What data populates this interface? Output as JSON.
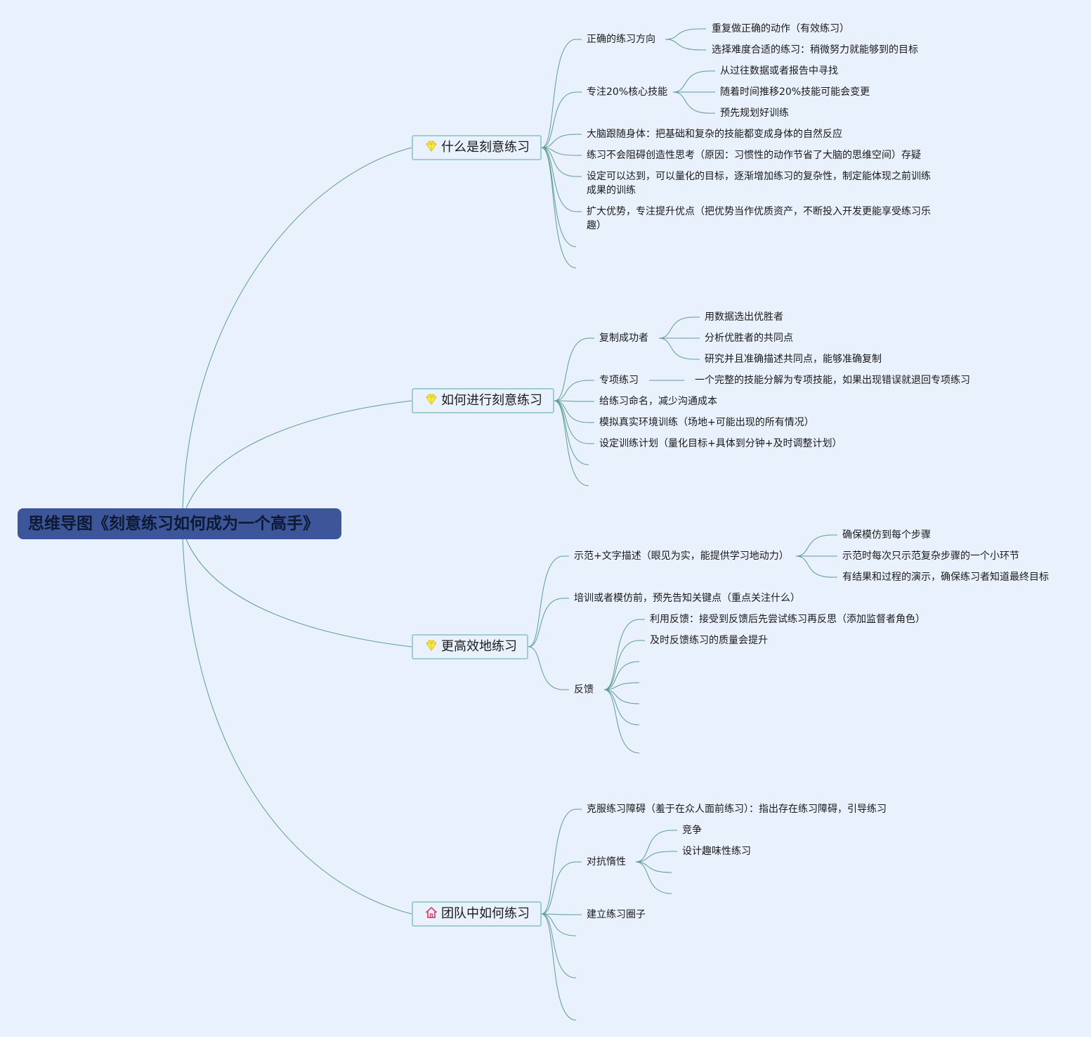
{
  "root": {
    "title": "思维导图《刻意练习如何成为一个高手》"
  },
  "branches": [
    {
      "label": "什么是刻意练习",
      "icon": "diamond-icon",
      "items": [
        {
          "label": "正确的练习方向",
          "children": [
            "重复做正确的动作（有效练习）",
            "选择难度合适的练习：稍微努力就能够到的目标"
          ]
        },
        {
          "label": "专注20%核心技能",
          "children": [
            "从过往数据或者报告中寻找",
            "随着时间推移20%技能可能会变更",
            "预先规划好训练"
          ]
        },
        {
          "label": "大脑跟随身体：把基础和复杂的技能都变成身体的自然反应"
        },
        {
          "label": "练习不会阻碍创造性思考（原因：习惯性的动作节省了大脑的思维空间）存疑"
        },
        {
          "label": "设定可以达到，可以量化的目标，逐渐增加练习的复杂性，制定能体现之前训练成果的训练"
        },
        {
          "label": "扩大优势，专注提升优点（把优势当作优质资产，不断投入开发更能享受练习乐趣）"
        }
      ]
    },
    {
      "label": "如何进行刻意练习",
      "icon": "diamond-icon",
      "items": [
        {
          "label": "复制成功者",
          "children": [
            "用数据选出优胜者",
            "分析优胜者的共同点",
            "研究并且准确描述共同点，能够准确复制"
          ]
        },
        {
          "label": "专项练习",
          "children": [
            "一个完整的技能分解为专项技能，如果出现错误就退回专项练习"
          ]
        },
        {
          "label": "给练习命名，减少沟通成本"
        },
        {
          "label": "模拟真实环境训练（场地+可能出现的所有情况）"
        },
        {
          "label": "设定训练计划（量化目标+具体到分钟+及时调整计划）"
        }
      ]
    },
    {
      "label": "更高效地练习",
      "icon": "diamond-icon",
      "items": [
        {
          "label": "示范+文字描述（眼见为实，能提供学习地动力）",
          "children": [
            "确保模仿到每个步骤",
            "示范时每次只示范复杂步骤的一个小环节",
            "有结果和过程的演示，确保练习者知道最终目标"
          ]
        },
        {
          "label": "培训或者模仿前，预先告知关键点（重点关注什么）"
        },
        {
          "label": "反馈",
          "children": [
            "利用反馈：接受到反馈后先尝试练习再反思（添加监督者角色）",
            "及时反馈练习的质量会提升"
          ]
        }
      ]
    },
    {
      "label": "团队中如何练习",
      "icon": "house-icon",
      "items": [
        {
          "label": "克服练习障碍（羞于在众人面前练习）：指出存在练习障碍，引导练习"
        },
        {
          "label": "对抗惰性",
          "children": [
            "竞争",
            "设计趣味性练习"
          ]
        },
        {
          "label": "建立练习圈子"
        }
      ]
    }
  ],
  "colors": {
    "background": "#e9f1fd",
    "root_fill": "#3d5599",
    "branch_border": "#9ccdd0",
    "connector": "#5e9c96",
    "diamond_icon": "#f6ec4d",
    "house_icon": "#d9466a"
  }
}
